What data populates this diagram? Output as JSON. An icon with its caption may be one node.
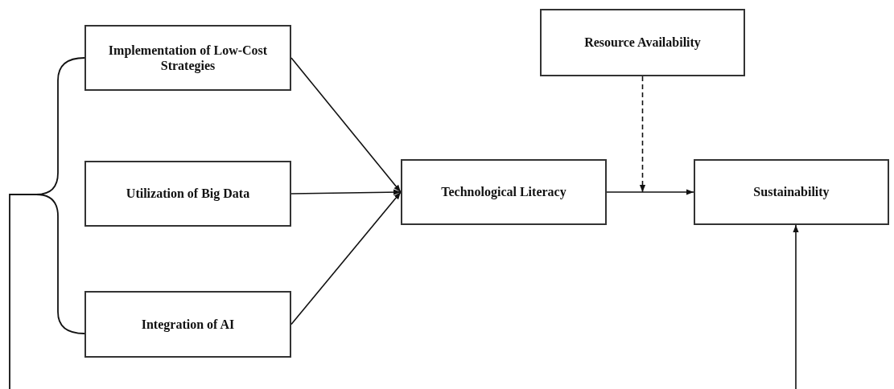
{
  "diagram": {
    "nodes": [
      {
        "text": [
          "Implementation of Low-Cost Strategies"
        ]
      },
      {
        "text": [
          "Utilization of Big Data"
        ]
      },
      {
        "text": [
          "Integration of AI"
        ]
      },
      {
        "text": [
          "Technological Literacy"
        ]
      },
      {
        "text": [
          "Resource Availability"
        ]
      },
      {
        "text": [
          "Sustainability"
        ]
      }
    ],
    "edges": [
      {
        "from": 0,
        "to": 3,
        "arrow": "to"
      },
      {
        "from": 1,
        "to": 3,
        "arrow": "to"
      },
      {
        "from": 2,
        "to": 3,
        "arrow": "to"
      },
      {
        "from": 3,
        "to": 5,
        "arrow": "to"
      },
      {
        "from": 4,
        "to": null,
        "arrow": "to",
        "style": "dashed"
      },
      {
        "from": null,
        "to": 5,
        "arrow": "to"
      }
    ]
  }
}
